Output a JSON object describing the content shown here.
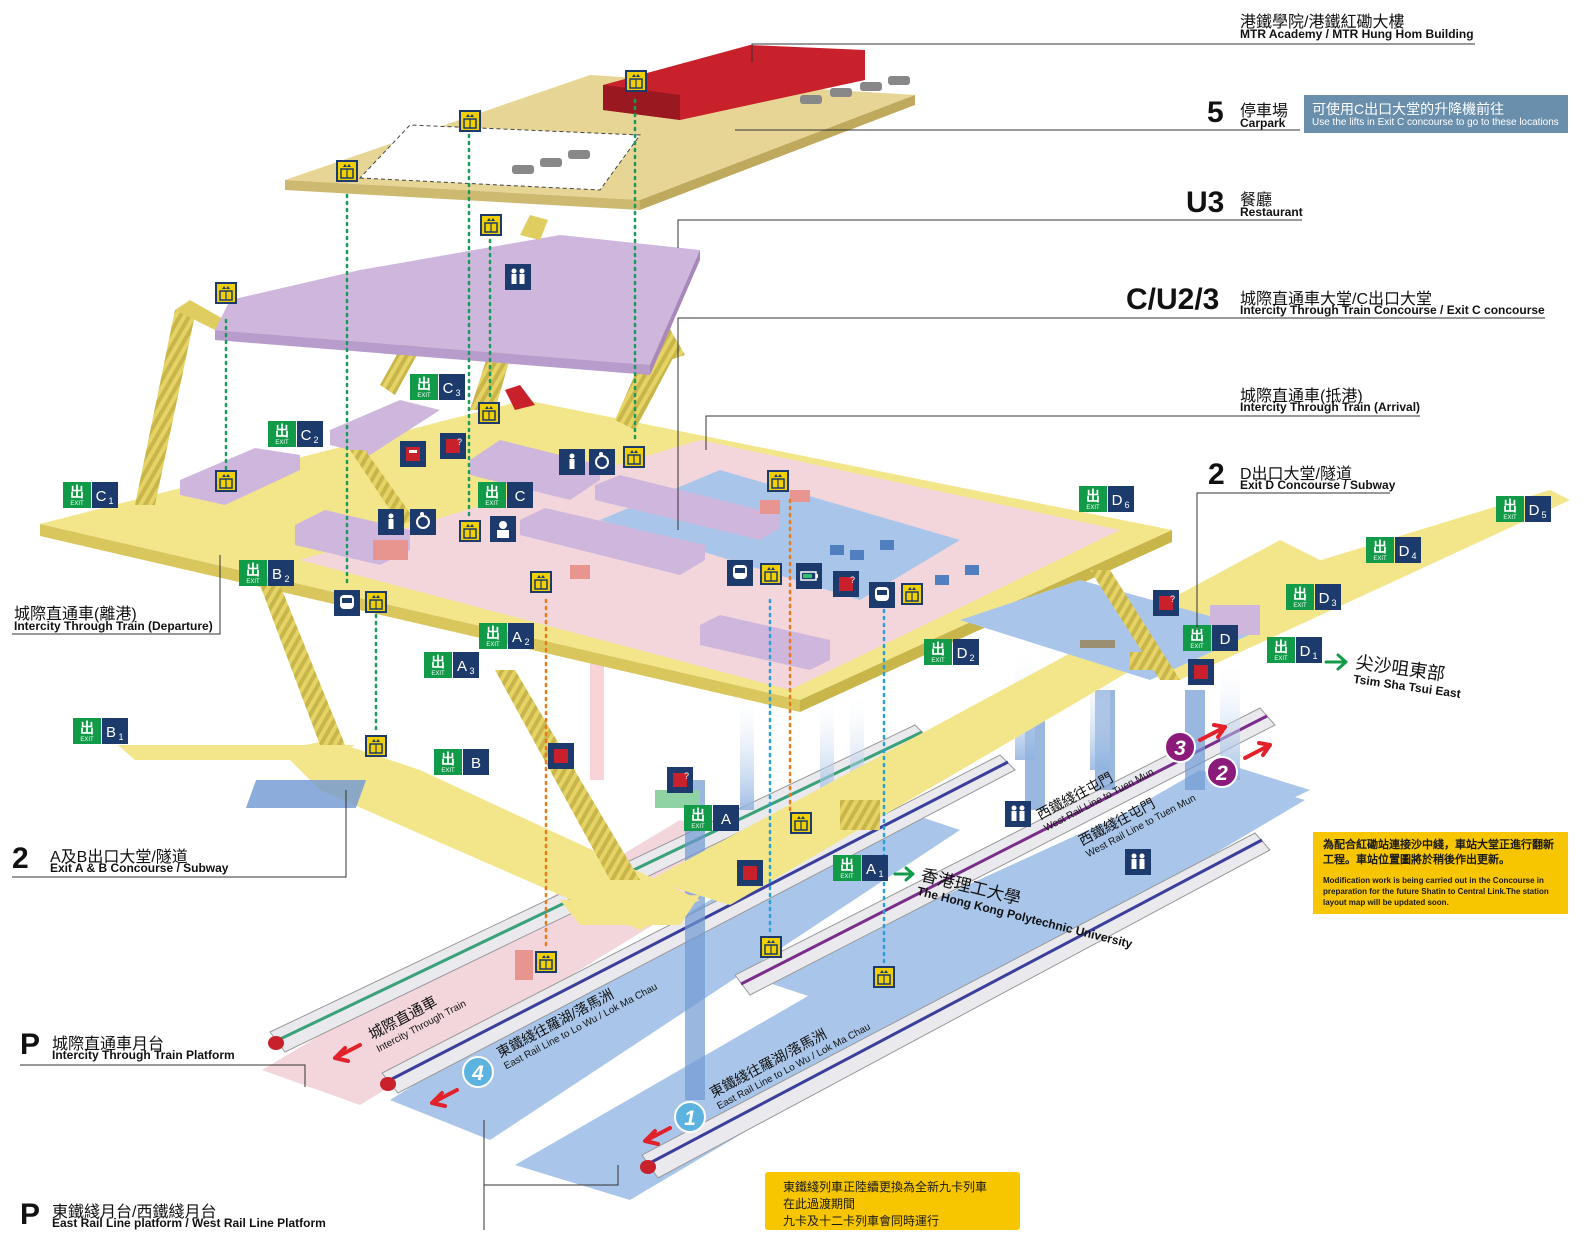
{
  "levels": {
    "top": {
      "zh": "港鐵學院/港鐵紅磡大樓",
      "en": "MTR Academy / MTR Hung Hom Building"
    },
    "l5": {
      "code": "5",
      "zh": "停車場",
      "en": "Carpark"
    },
    "lift_note": {
      "zh": "可使用C出口大堂的升降機前往",
      "en": "Use the lifts in Exit C concourse to go to these locations"
    },
    "u3": {
      "code": "U3",
      "zh": "餐廳",
      "en": "Restaurant"
    },
    "cu23": {
      "code": "C/U2/3",
      "zh": "城際直通車大堂/C出口大堂",
      "en": "Intercity Through Train Concourse / Exit C concourse"
    },
    "arrival": {
      "zh": "城際直通車(抵港)",
      "en": "Intercity Through Train (Arrival)"
    },
    "exitd": {
      "code": "2",
      "zh": "D出口大堂/隧道",
      "en": "Exit D Concourse / Subway"
    },
    "departure": {
      "zh": "城際直通車(離港)",
      "en": "Intercity Through Train (Departure)"
    },
    "exitab": {
      "code": "2",
      "zh": "A及B出口大堂/隧道",
      "en": "Exit A & B Concourse / Subway"
    },
    "p_itt": {
      "code": "P",
      "zh": "城際直通車月台",
      "en": "Intercity Through Train Platform"
    },
    "p_erl": {
      "code": "P",
      "zh": "東鐵綫月台/西鐵綫月台",
      "en": "East Rail Line platform / West Rail Line Platform"
    }
  },
  "exits": {
    "word": "出",
    "sub": "EXIT",
    "c1": "C",
    "c1n": "1",
    "c2": "C",
    "c2n": "2",
    "c3": "C",
    "c3n": "3",
    "c": "C",
    "b1": "B",
    "b1n": "1",
    "b2": "B",
    "b2n": "2",
    "b": "B",
    "a": "A",
    "a1": "A",
    "a1n": "1",
    "a2": "A",
    "a2n": "2",
    "a3": "A",
    "a3n": "3",
    "d": "D",
    "d1": "D",
    "d1n": "1",
    "d2": "D",
    "d2n": "2",
    "d4": "D",
    "d4n": "4",
    "d5": "D",
    "d5n": "5",
    "d6": "D",
    "d6n": "6"
  },
  "destinations": {
    "tst_zh": "尖沙咀東部",
    "tst_en": "Tsim Sha Tsui East",
    "polyu_zh": "香港理工大學",
    "polyu_en": "The Hong Kong Polytechnic University"
  },
  "platforms": {
    "p1": "1",
    "p2": "2",
    "p3": "3",
    "p4": "4",
    "itt_zh": "城際直通車",
    "itt_en": "Intercity Through Train",
    "erl_zh": "東鐵綫往羅湖/落馬洲",
    "erl_en": "East Rail Line to Lo Wu / Lok Ma Chau",
    "wrl_zh": "西鐵綫往屯門",
    "wrl_en": "West Rail Line to Tuen Mun"
  },
  "notices": {
    "modification_zh": "為配合紅磡站連接沙中綫，車站大堂正進行翻新工程。車站位置圖將於稍後作出更新。",
    "modification_en": "Modification work is being carried out in the Concourse in preparation for the future Shatin to Central Link.The station layout map will be updated soon.",
    "erl_zh_1": "東鐵綫列車正陸續更換為全新九卡列車",
    "erl_zh_2": "在此過渡期間",
    "erl_zh_3": "九卡及十二卡列車會同時運行"
  },
  "colors": {
    "concourse_yellow": "#f3e68a",
    "stair_yellow": "#e0cd5f",
    "pink": "#f3d6dc",
    "lavender": "#cfb6dd",
    "blue": "#a9c6ea",
    "carpark": "#e7d595",
    "building_red": "#c8212b",
    "exit_green": "#119a48",
    "icon_navy": "#1c3a6b",
    "lift_yellow": "#f2d000",
    "note_blue": "#6a8fad",
    "notice_yellow": "#f7c600",
    "arrow_red": "#e3212b",
    "wrl_purple": "#8b1a7a",
    "erl_blue": "#5cb3e0"
  },
  "icons": [
    "lift-icon",
    "toilet-icon",
    "accessible-toilet-icon",
    "customer-service-icon",
    "ticket-machine-icon",
    "train-icon",
    "escalator-icon",
    "charging-icon",
    "car-icon"
  ]
}
